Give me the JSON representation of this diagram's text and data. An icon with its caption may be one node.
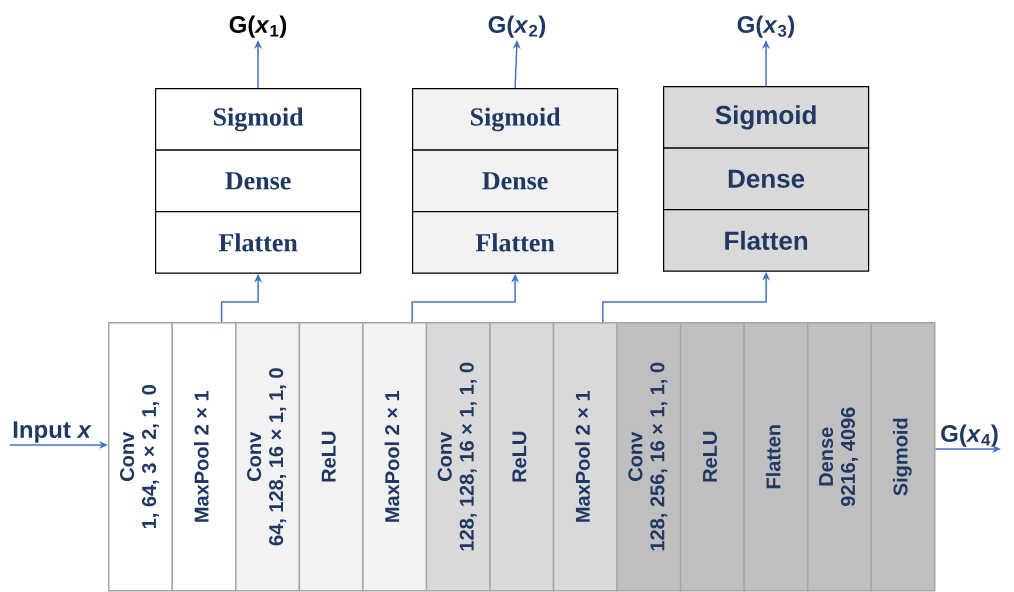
{
  "diagram": {
    "nodes": [
      {
        "text": [
          "G(*x*$_{1}$)"
        ]
      },
      {
        "text": [
          "G(*x*$_{2}$)"
        ]
      },
      {
        "text": [
          "G(*x*$_{3}$)"
        ]
      },
      {
        "text": [
          "Sigmoid"
        ]
      },
      {
        "text": [
          "Dense"
        ]
      },
      {
        "text": [
          "Flatten"
        ]
      },
      {
        "text": [
          "Sigmoid"
        ]
      },
      {
        "text": [
          "Dense"
        ]
      },
      {
        "text": [
          "Flatten"
        ]
      },
      {
        "text": [
          "Sigmoid"
        ]
      },
      {
        "text": [
          "Dense"
        ]
      },
      {
        "text": [
          "Flatten"
        ]
      },
      {
        "text": [
          "Input *x*"
        ]
      },
      {
        "text": [
          "Conv",
          "1, 64, 3 × 2, 1, 0"
        ]
      },
      {
        "text": [
          "MaxPool  2 × 1"
        ]
      },
      {
        "text": [
          "Conv",
          "64, 128, 16 × 1, 1, 0"
        ]
      },
      {
        "text": [
          "ReLU"
        ]
      },
      {
        "text": [
          "MaxPool  2 × 1"
        ]
      },
      {
        "text": [
          "Conv",
          "128, 128, 16 × 1, 1, 0"
        ]
      },
      {
        "text": [
          "ReLU"
        ]
      },
      {
        "text": [
          "MaxPool  2 × 1"
        ]
      },
      {
        "text": [
          "Conv",
          "128, 256, 16 × 1, 1, 0"
        ]
      },
      {
        "text": [
          "ReLU"
        ]
      },
      {
        "text": [
          "Flatten"
        ]
      },
      {
        "text": [
          "Dense",
          "9216, 4096"
        ]
      },
      {
        "text": [
          "Sigmoid"
        ]
      },
      {
        "text": [
          "G(*x*$_{4}$)"
        ]
      }
    ],
    "edges": [
      {
        "from": 12,
        "to": 13,
        "arrow": "to"
      },
      {
        "from": 14,
        "to": 5,
        "arrow": "to"
      },
      {
        "from": 17,
        "to": 8,
        "arrow": "to"
      },
      {
        "from": 20,
        "to": 11,
        "arrow": "to"
      },
      {
        "from": 3,
        "to": 0,
        "arrow": "to"
      },
      {
        "from": 6,
        "to": 1,
        "arrow": "to"
      },
      {
        "from": 9,
        "to": 2,
        "arrow": "to"
      },
      {
        "from": 25,
        "to": 26,
        "arrow": "to"
      }
    ]
  }
}
